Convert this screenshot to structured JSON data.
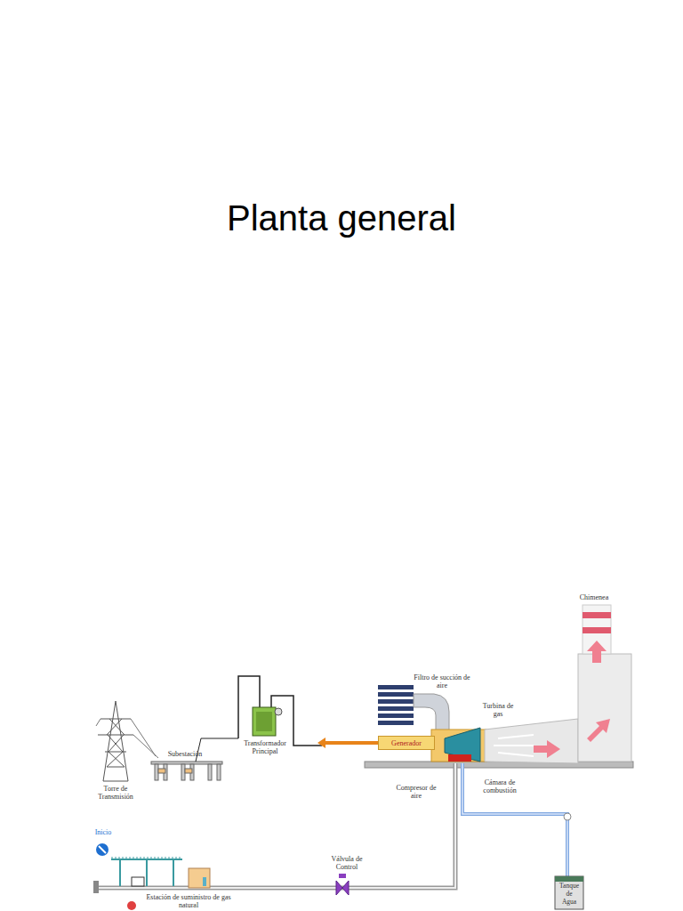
{
  "diagram": {
    "title": "Planta general",
    "nodes": [
      {
        "text": [
          "Generador"
        ]
      },
      {
        "text": [
          "Transformador Principal"
        ]
      },
      {
        "text": [
          "Tanque de Agua"
        ]
      }
    ],
    "edges": [
      {
        "from": 0,
        "to": 1,
        "arrow": "to"
      }
    ],
    "labels": [
      "Chimenea",
      "Filtro de succión de aire",
      "Turbina de gas",
      "Subestación",
      "Torre de Transmisión",
      "Compresor de aire",
      "Cámara de combustión",
      "Inicio",
      "Válvula de Control",
      "Estación de suministro de gas natural"
    ]
  }
}
